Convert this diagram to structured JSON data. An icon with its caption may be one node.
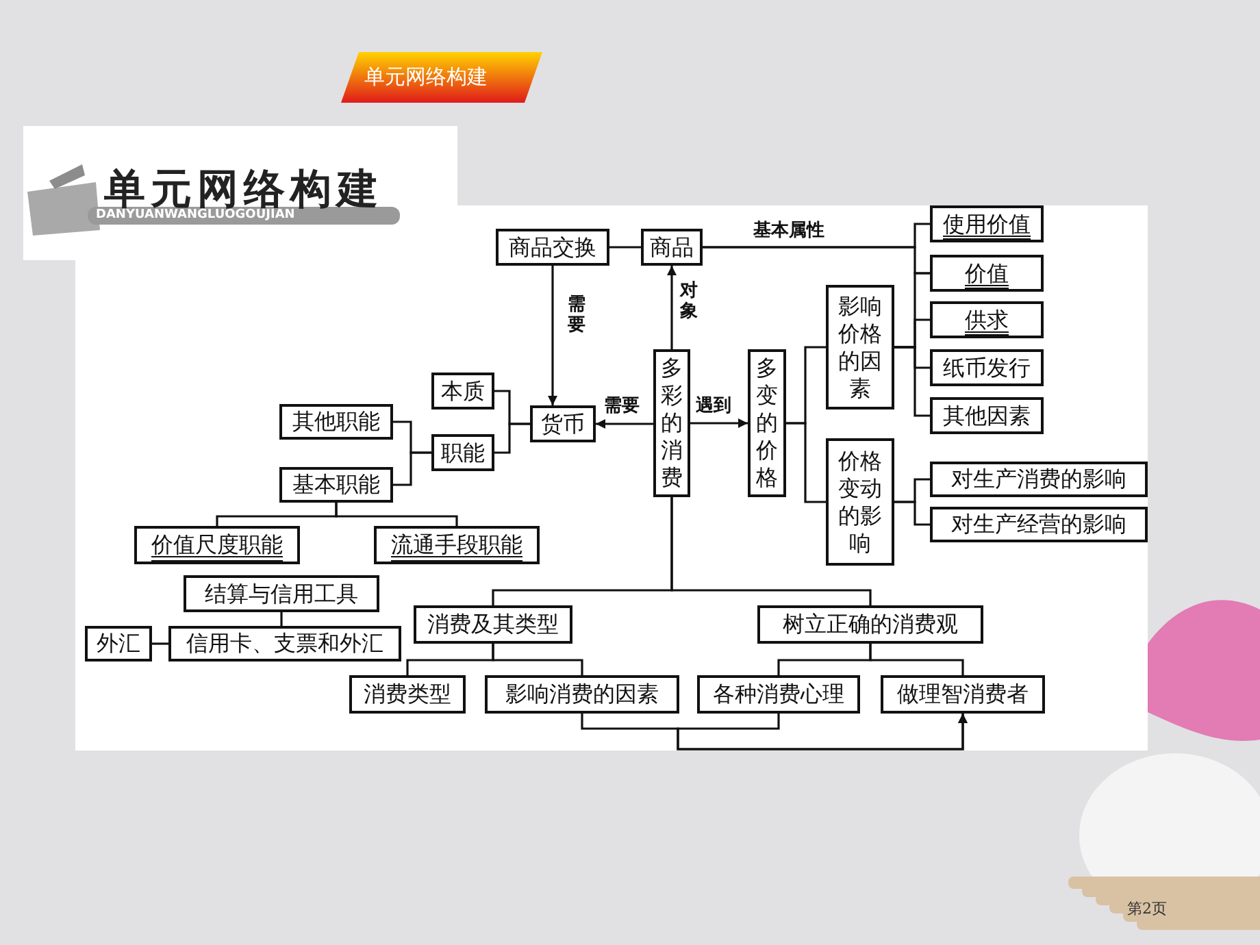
{
  "diagram": {
    "title": "单元网络构建",
    "nodes": [
      {
        "text": [
          "商品交换"
        ]
      },
      {
        "text": [
          "商品"
        ]
      },
      {
        "text": [
          "使用价值"
        ]
      },
      {
        "text": [
          "价值"
        ]
      },
      {
        "text": [
          "供求"
        ]
      },
      {
        "text": [
          "纸币发行"
        ]
      },
      {
        "text": [
          "其他因素"
        ]
      },
      {
        "text": [
          "多彩的消费"
        ]
      },
      {
        "text": [
          "多变的价格"
        ]
      },
      {
        "text": [
          "影响价格的因素"
        ]
      },
      {
        "text": [
          "价格变动的影响"
        ]
      },
      {
        "text": [
          "对生产消费的影响"
        ]
      },
      {
        "text": [
          "对生产经营的影响"
        ]
      },
      {
        "text": [
          "货币"
        ]
      },
      {
        "text": [
          "本质"
        ]
      },
      {
        "text": [
          "职能"
        ]
      },
      {
        "text": [
          "其他职能"
        ]
      },
      {
        "text": [
          "基本职能"
        ]
      },
      {
        "text": [
          "价值尺度职能"
        ]
      },
      {
        "text": [
          "流通手段职能"
        ]
      },
      {
        "text": [
          "结算与信用工具"
        ]
      },
      {
        "text": [
          "外汇"
        ]
      },
      {
        "text": [
          "信用卡、支票和外汇"
        ]
      },
      {
        "text": [
          "消费及其类型"
        ]
      },
      {
        "text": [
          "树立正确的消费观"
        ]
      },
      {
        "text": [
          "消费类型"
        ]
      },
      {
        "text": [
          "影响消费的因素"
        ]
      },
      {
        "text": [
          "各种消费心理"
        ]
      },
      {
        "text": [
          "做理智消费者"
        ]
      }
    ],
    "edges": [
      {
        "from": 0,
        "to": 13,
        "arrow": "to",
        "label": "需要"
      },
      {
        "from": 0,
        "to": 1,
        "arrow": "none"
      },
      {
        "from": 7,
        "to": 1,
        "arrow": "to",
        "label": "对象"
      },
      {
        "from": 1,
        "to": 2,
        "arrow": "none",
        "label": "基本属性"
      },
      {
        "from": 7,
        "to": 13,
        "arrow": "to",
        "label": "需要"
      },
      {
        "from": 7,
        "to": 8,
        "arrow": "to",
        "label": "遇到"
      },
      {
        "from": 1,
        "to": 3,
        "arrow": "none"
      },
      {
        "from": 8,
        "to": 9,
        "arrow": "none"
      },
      {
        "from": 8,
        "to": 10,
        "arrow": "none"
      },
      {
        "from": 9,
        "to": 3,
        "arrow": "none"
      },
      {
        "from": 9,
        "to": 4,
        "arrow": "none"
      },
      {
        "from": 9,
        "to": 5,
        "arrow": "none"
      },
      {
        "from": 9,
        "to": 6,
        "arrow": "none"
      },
      {
        "from": 10,
        "to": 11,
        "arrow": "none"
      },
      {
        "from": 10,
        "to": 12,
        "arrow": "none"
      },
      {
        "from": 13,
        "to": 14,
        "arrow": "none"
      },
      {
        "from": 13,
        "to": 15,
        "arrow": "none"
      },
      {
        "from": 15,
        "to": 16,
        "arrow": "none"
      },
      {
        "from": 15,
        "to": 17,
        "arrow": "none"
      },
      {
        "from": 17,
        "to": 18,
        "arrow": "none"
      },
      {
        "from": 17,
        "to": 19,
        "arrow": "none"
      },
      {
        "from": 20,
        "to": 22,
        "arrow": "none"
      },
      {
        "from": 21,
        "to": 22,
        "arrow": "none"
      },
      {
        "from": 7,
        "to": 23,
        "arrow": "none"
      },
      {
        "from": 7,
        "to": 24,
        "arrow": "none"
      },
      {
        "from": 23,
        "to": 25,
        "arrow": "none"
      },
      {
        "from": 23,
        "to": 26,
        "arrow": "none"
      },
      {
        "from": 24,
        "to": 27,
        "arrow": "none"
      },
      {
        "from": 24,
        "to": 28,
        "arrow": "none"
      },
      {
        "from": 26,
        "to": 28,
        "arrow": "to"
      },
      {
        "from": 27,
        "to": 28,
        "arrow": "to"
      }
    ],
    "labels": [
      "单元网络构建",
      "DANYUANWANGLUOGOUJIAN",
      "第2页"
    ]
  }
}
